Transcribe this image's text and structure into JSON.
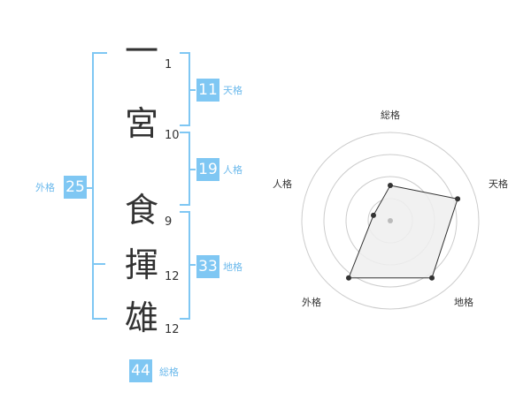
{
  "name_chars": [
    {
      "char": "一",
      "strokes": "1"
    },
    {
      "char": "宮",
      "strokes": "10"
    },
    {
      "char": "食",
      "strokes": "9"
    },
    {
      "char": "揮",
      "strokes": "12"
    },
    {
      "char": "雄",
      "strokes": "12"
    }
  ],
  "fortunes": {
    "tenkaku": {
      "value": "11",
      "label": "天格"
    },
    "jinkaku": {
      "value": "19",
      "label": "人格"
    },
    "chikaku": {
      "value": "33",
      "label": "地格"
    },
    "gaikaku": {
      "value": "25",
      "label": "外格"
    },
    "soukaku": {
      "value": "44",
      "label": "総格"
    }
  },
  "radar": {
    "axes": [
      "総格",
      "天格",
      "地格",
      "外格",
      "人格"
    ],
    "scores": [
      2,
      4,
      4,
      4,
      1
    ],
    "max": 5,
    "colors": {
      "fill": "#eeeeee",
      "stroke": "#333333",
      "grid": "#cccccc"
    }
  },
  "colors": {
    "accent": "#7fc7f3",
    "label": "#6bb9ec",
    "text": "#333333"
  }
}
